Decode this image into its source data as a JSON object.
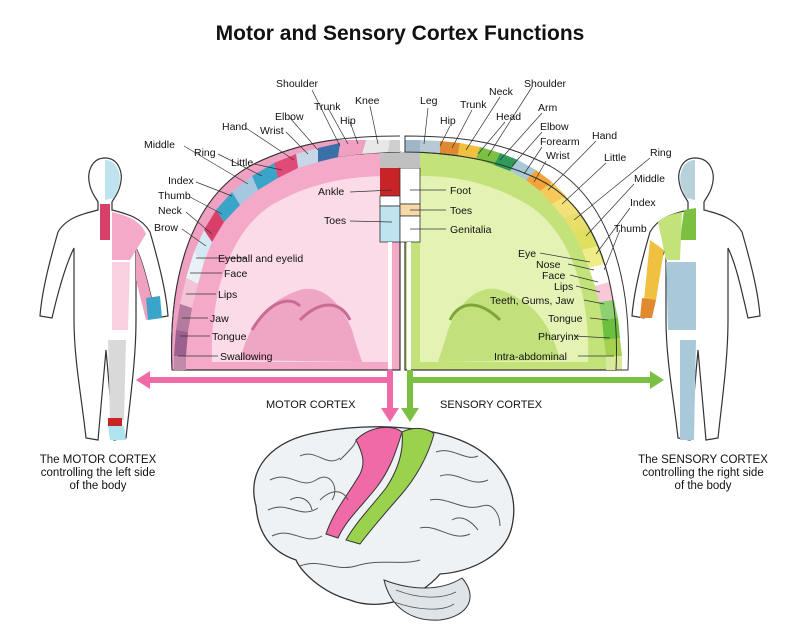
{
  "title": "Motor and Sensory Cortex Functions",
  "motor": {
    "outer_labels": [
      "Middle",
      "Ring",
      "Little",
      "Hand",
      "Wrist",
      "Elbow",
      "Shoulder",
      "Trunk",
      "Hip",
      "Knee",
      "Index",
      "Thumb",
      "Neck",
      "Brow"
    ],
    "inner_labels": [
      "Ankle",
      "Toes",
      "Eyeball and eyelid",
      "Face",
      "Lips",
      "Jaw",
      "Tongue",
      "Swallowing"
    ],
    "heading": "MOTOR CORTEX",
    "caption": [
      "The MOTOR CORTEX",
      "controlling the left side",
      "of the body"
    ]
  },
  "sensory": {
    "outer_labels": [
      "Leg",
      "Hip",
      "Trunk",
      "Neck",
      "Head",
      "Shoulder",
      "Arm",
      "Elbow",
      "Forearm",
      "Wrist",
      "Hand",
      "Little",
      "Ring",
      "Middle",
      "Index",
      "Thumb"
    ],
    "inner_labels": [
      "Foot",
      "Toes",
      "Genitalia",
      "Eye",
      "Nose",
      "Face",
      "Lips",
      "Teeth, Gums, Jaw",
      "Tongue",
      "Pharyinx",
      "Intra-abdominal"
    ],
    "heading": "SENSORY CORTEX",
    "caption": [
      "The SENSORY CORTEX",
      "controlling the right side",
      "of the body"
    ]
  },
  "colors": {
    "motor_fill": "#f5a9c8",
    "motor_light": "#fbdbe7",
    "motor_arrow": "#f06aa8",
    "sensory_fill": "#c3e37a",
    "sensory_light": "#e4f3b4",
    "sensory_arrow": "#7cc043",
    "arc_segments": [
      "#cfcfcf",
      "#f0a0c0",
      "#3a6fa8",
      "#c8d7e8",
      "#d8406a",
      "#aee3f0",
      "#3aa5c8",
      "#e04a78",
      "#a5c8e0",
      "#c82428",
      "#b0dcef",
      "#d4e9f5",
      "#d9e3ea",
      "#f3c3d6",
      "#b57aa0",
      "#9c6090"
    ]
  }
}
